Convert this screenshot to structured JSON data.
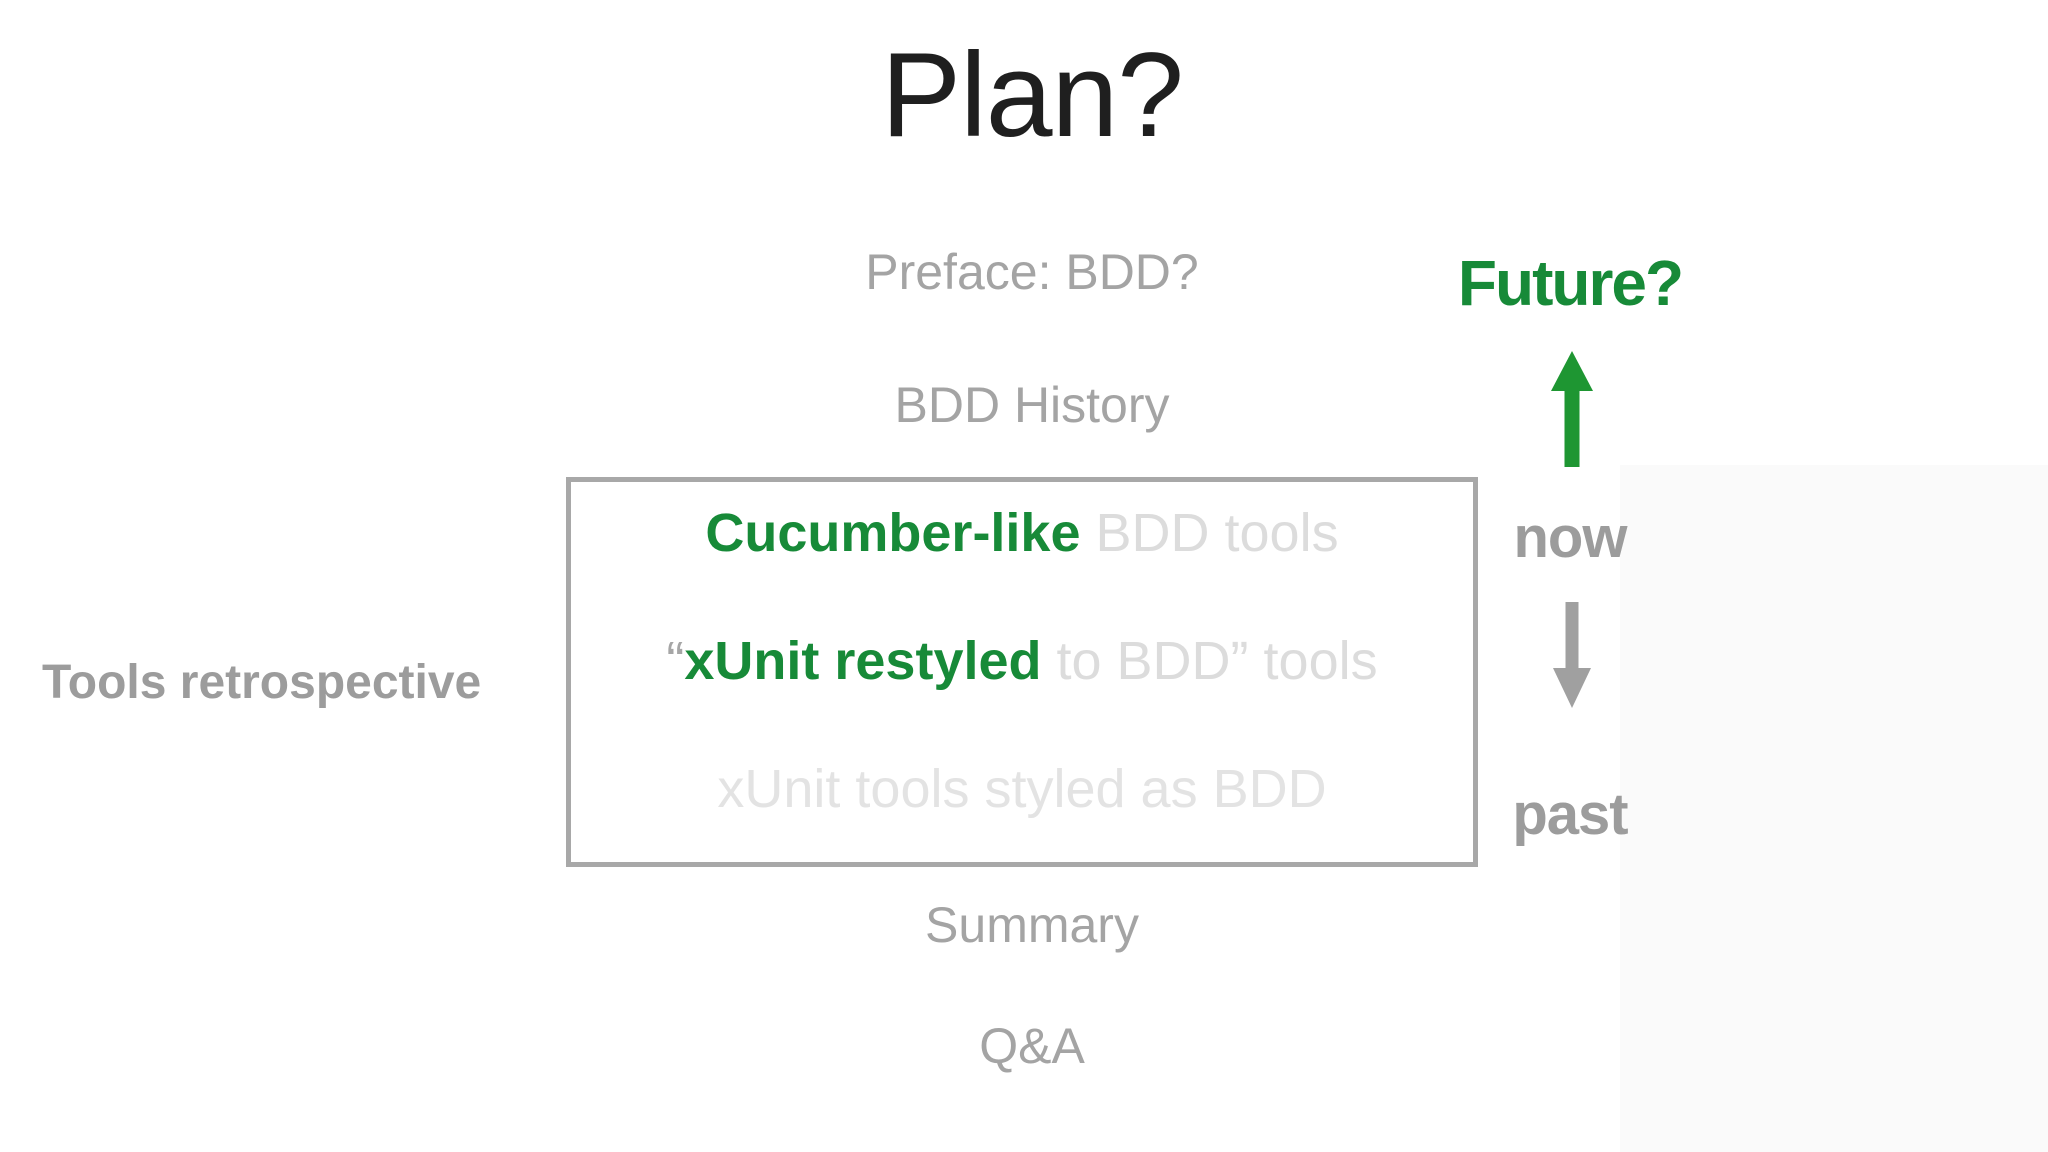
{
  "slide": {
    "title": "Plan?",
    "agenda": {
      "preface": "Preface: BDD?",
      "history": "BDD History",
      "summary": "Summary",
      "qa": "Q&A"
    },
    "box": {
      "rows": [
        {
          "prefix": "",
          "highlight": "Cucumber-like",
          "rest": " BDD tools"
        },
        {
          "prefix": "“",
          "highlight": "xUnit restyled",
          "rest": " to BDD” tools"
        },
        {
          "prefix": "",
          "highlight": "",
          "rest": "xUnit tools styled as BDD"
        }
      ]
    },
    "left_label": "Tools retrospective",
    "timeline": {
      "future_label": "Future?",
      "now_label": "now",
      "past_label": "past",
      "up_icon": "arrow-up-icon",
      "down_icon": "arrow-down-icon"
    },
    "colors": {
      "title_color": "#1f1f1f",
      "accent_green": "#178a38",
      "arrow_green": "#1e9632",
      "arrow_gray": "#a0a0a0",
      "agenda_gray": "#a4a4a4",
      "label_gray": "#9c9c9c",
      "faded_gray": "#dcdcdc",
      "faded_gray_lighter": "#e3e3e3",
      "box_border_gray": "#a8a8a8",
      "right_band_gray": "#fafafa"
    }
  }
}
